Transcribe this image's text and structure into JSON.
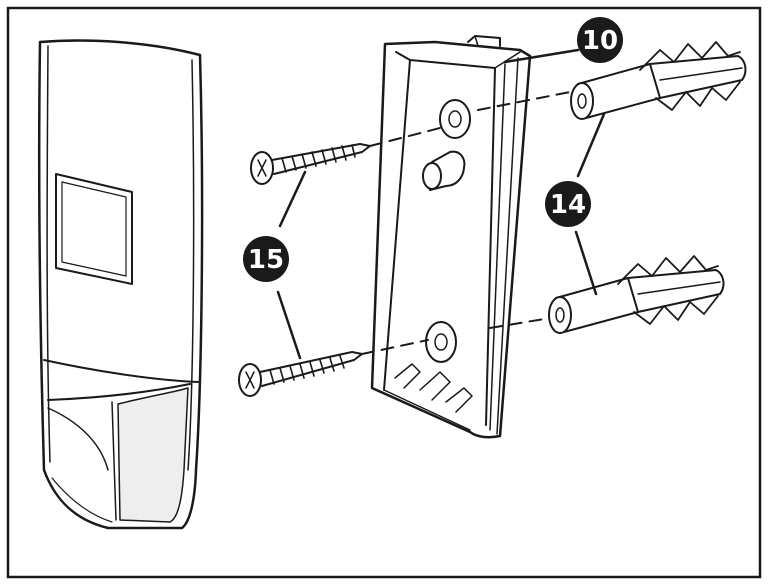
{
  "callouts": {
    "mounting_bracket": "10",
    "wall_plugs": "14",
    "screws": "15"
  },
  "colors": {
    "ink": "#1a1a1a",
    "background": "#ffffff",
    "shade": "#e6e6e6"
  },
  "icons": {
    "sensor": "pir-sensor-icon",
    "bracket": "bracket-icon",
    "screw": "screw-icon",
    "plug": "wall-plug-icon"
  }
}
